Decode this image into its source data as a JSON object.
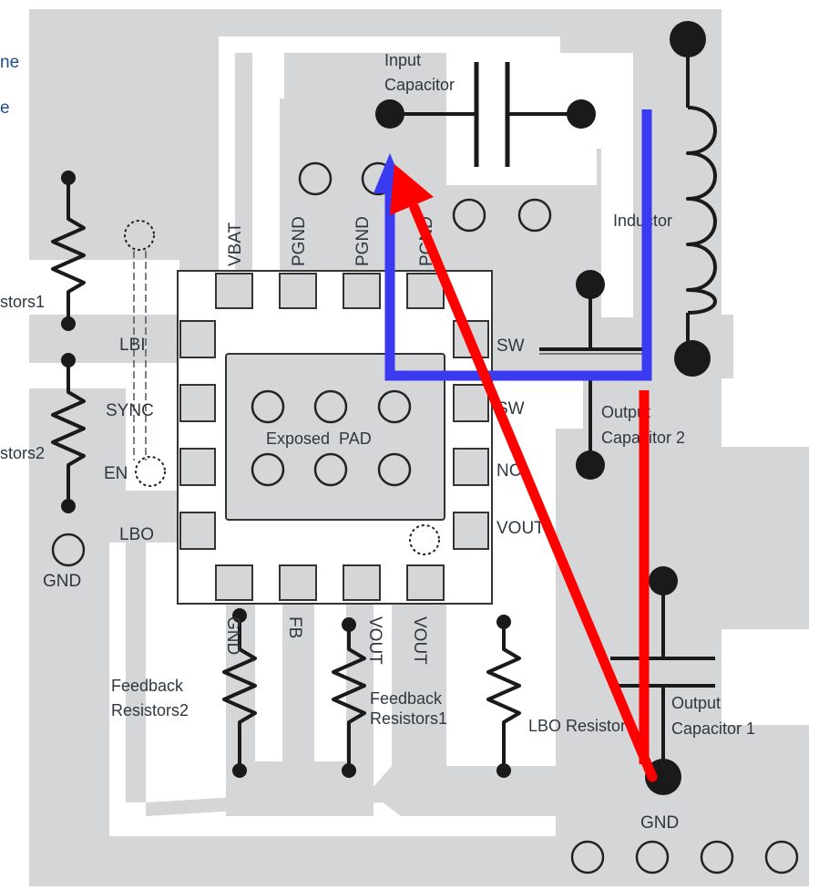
{
  "labels": {
    "input_capacitor_l1": "Input",
    "input_capacitor_l2": "Capacitor",
    "inductor": "Inductor",
    "output_capacitor2_l1": "Output",
    "output_capacitor2_l2": "Capacitor 2",
    "output_capacitor1_l1": "Output",
    "output_capacitor1_l2": "Capacitor 1",
    "exposed_pad": "Exposed  PAD",
    "lbo_resistor": "LBO Resistor",
    "feedback_resistors1_l1": "Feedback",
    "feedback_resistors1_l2": "Resistors1",
    "feedback_resistors2_l1": "Feedback",
    "feedback_resistors2_l2": "Resistors2",
    "left_resistors1": "stors1",
    "left_resistors2": "stors2",
    "gnd_left": "GND",
    "gnd_bottom": "GND",
    "cut_text_1": "ne",
    "cut_text_2": "e"
  },
  "pins": {
    "top": [
      "VBAT",
      "PGND",
      "PGND",
      "PGND"
    ],
    "left": [
      "LBI",
      "SYNC",
      "EN",
      "LBO"
    ],
    "right": [
      "SW",
      "SW",
      "NC",
      "VOUT"
    ],
    "bottom": [
      "GND",
      "FB",
      "VOUT",
      "VOUT"
    ]
  },
  "colors": {
    "copper": "#d4d6d8",
    "trace_ink": "#1a1a1a",
    "blue_loop": "#3a3af0",
    "red_loop": "#ff0000",
    "background": "#ffffff"
  }
}
